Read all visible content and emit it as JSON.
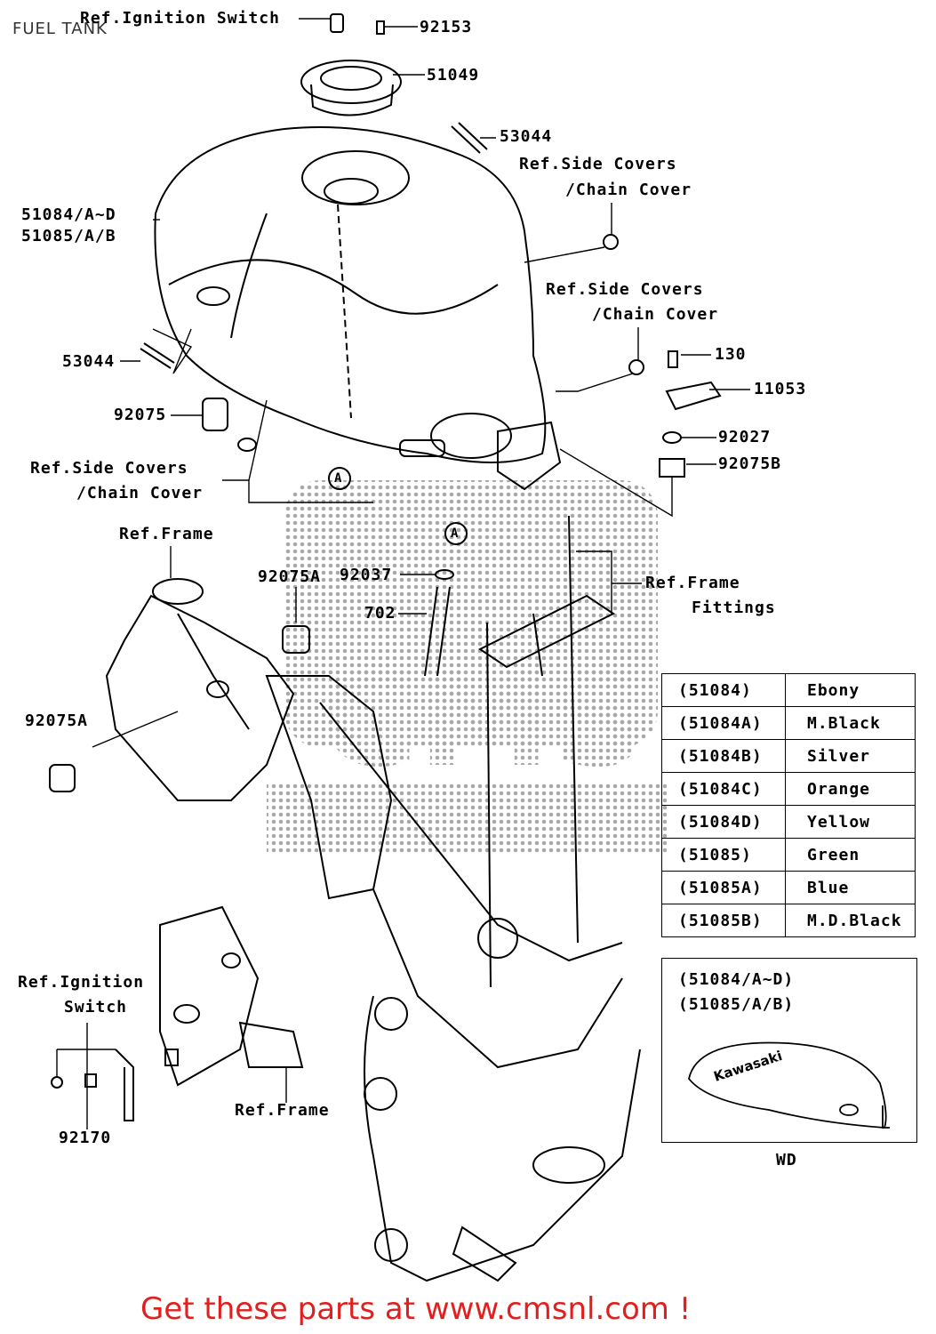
{
  "page_title": "FUEL TANK",
  "labels": {
    "ref_ignition_switch_top": "Ref.Ignition Switch",
    "p92153": "92153",
    "p51049": "51049",
    "p53044_top": "53044",
    "ref_side_covers_1a": "Ref.Side Covers",
    "ref_side_covers_1b": "/Chain Cover",
    "p51084": "51084/A~D",
    "p51085": "51085/A/B",
    "ref_side_covers_2a": "Ref.Side Covers",
    "ref_side_covers_2b": "/Chain Cover",
    "p53044_left": "53044",
    "p130": "130",
    "p11053": "11053",
    "p92075": "92075",
    "p92027": "92027",
    "p92075b": "92075B",
    "ref_side_covers_3a": "Ref.Side Covers",
    "ref_side_covers_3b": "/Chain Cover",
    "marker_a_1": "A",
    "marker_a_2": "A",
    "ref_frame_top": "Ref.Frame",
    "p92075a_mid": "92075A",
    "p92037": "92037",
    "p702": "702",
    "ref_frame_fittings_a": "Ref.Frame",
    "ref_frame_fittings_b": "Fittings",
    "p92075a_left": "92075A",
    "ref_ignition_switch_low_a": "Ref.Ignition",
    "ref_ignition_switch_low_b": "Switch",
    "p92170": "92170",
    "ref_frame_low": "Ref.Frame",
    "wd": "WD",
    "wd_code_1": "(51084/A~D)",
    "wd_code_2": "(51085/A/B)",
    "tank_logo": "Kawasaki"
  },
  "color_table": [
    {
      "code": "(51084)",
      "name": "Ebony"
    },
    {
      "code": "(51084A)",
      "name": "M.Black"
    },
    {
      "code": "(51084B)",
      "name": "Silver"
    },
    {
      "code": "(51084C)",
      "name": "Orange"
    },
    {
      "code": "(51084D)",
      "name": "Yellow"
    },
    {
      "code": "(51085)",
      "name": "Green"
    },
    {
      "code": "(51085A)",
      "name": "Blue"
    },
    {
      "code": "(51085B)",
      "name": "M.D.Black"
    }
  ],
  "promo": "Get these parts at www.cmsnl.com !",
  "colors": {
    "promo": "#e0201e",
    "line": "#000000",
    "watermark": "#9a9a9a"
  }
}
